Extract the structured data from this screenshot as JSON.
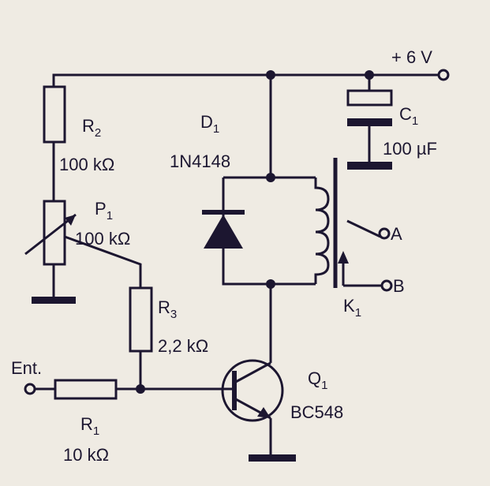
{
  "supply": {
    "label": "+ 6 V"
  },
  "input": {
    "label": "Ent."
  },
  "components": {
    "r1": {
      "name": "R",
      "sub": "1",
      "value": "10 kΩ"
    },
    "r2": {
      "name": "R",
      "sub": "2",
      "value": "100 kΩ"
    },
    "r3": {
      "name": "R",
      "sub": "3",
      "value": "2,2 kΩ"
    },
    "p1": {
      "name": "P",
      "sub": "1",
      "value": "100 kΩ"
    },
    "d1": {
      "name": "D",
      "sub": "1",
      "value": "1N4148"
    },
    "c1": {
      "name": "C",
      "sub": "1",
      "value": "100 µF"
    },
    "k1": {
      "name": "K",
      "sub": "1"
    },
    "q1": {
      "name": "Q",
      "sub": "1",
      "value": "BC548"
    }
  },
  "terminals": {
    "a": "A",
    "b": "B"
  }
}
